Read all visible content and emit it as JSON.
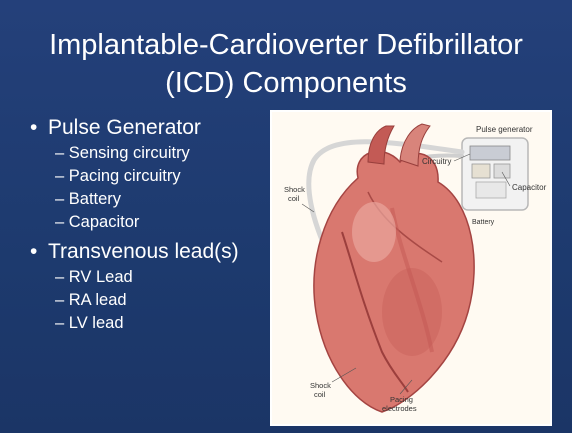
{
  "slide": {
    "title_line1": "Implantable-Cardioverter Defibrillator",
    "title_line2": "(ICD) Components"
  },
  "bullets": [
    {
      "label": "Pulse Generator",
      "children": [
        "Sensing circuitry",
        "Pacing circuitry",
        "Battery",
        "Capacitor"
      ]
    },
    {
      "label": "Transvenous lead(s)",
      "children": [
        "RV Lead",
        "RA lead",
        "LV lead"
      ]
    }
  ],
  "figure": {
    "labels": {
      "pulse_generator": "Pulse generator",
      "circuitry": "Circuitry",
      "capacitor": "Capacitor",
      "battery": "Battery",
      "shock_coil_top_1": "Shock",
      "shock_coil_top_2": "coil",
      "shock_coil_bottom_1": "Shock",
      "shock_coil_bottom_2": "coil",
      "pacing_1": "Pacing",
      "pacing_2": "electrodes"
    },
    "colors": {
      "heart": "#d9786f",
      "heart_dark": "#b04a48",
      "lead": "#dcdcdc",
      "device": "#f2f2f2"
    }
  }
}
